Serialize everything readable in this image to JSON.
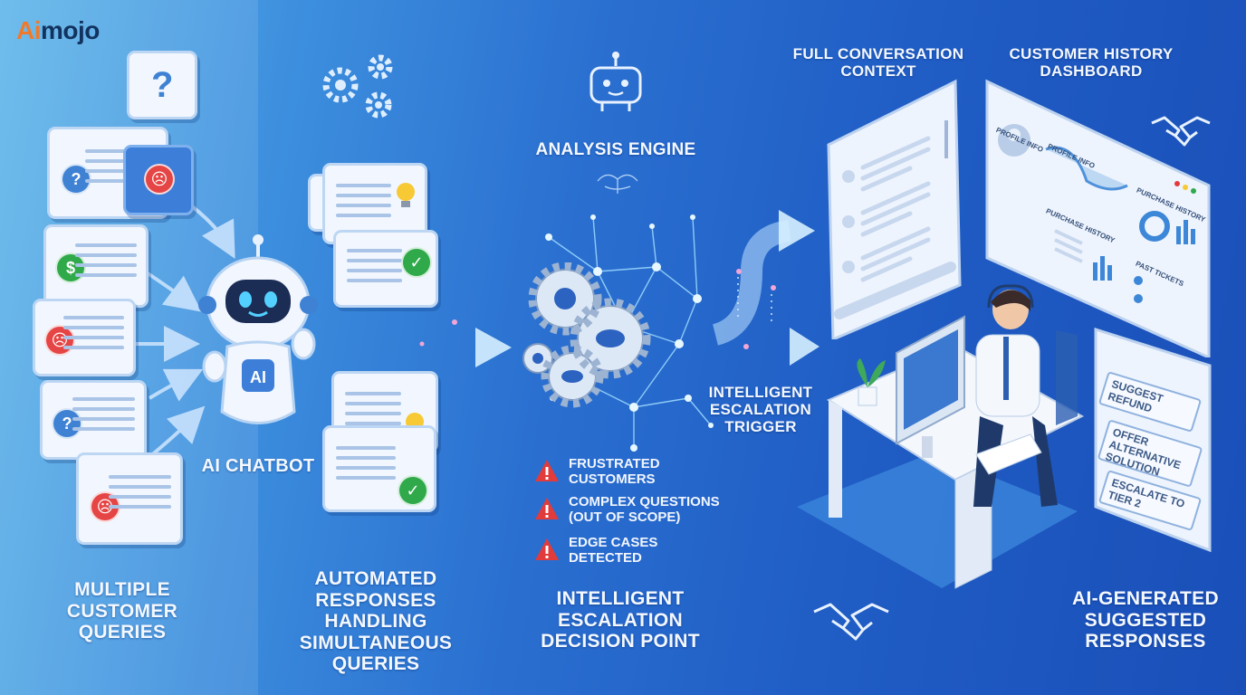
{
  "logo": {
    "part1": "Ai",
    "part2": "mojo"
  },
  "stages": {
    "queries": [
      "MULTIPLE",
      "CUSTOMER",
      "QUERIES"
    ],
    "automated": [
      "AUTOMATED",
      "RESPONSES HANDLING",
      "SIMULTANEOUS",
      "QUERIES"
    ],
    "decision": [
      "INTELLIGENT",
      "ESCALATION",
      "DECISION POINT"
    ],
    "suggested": [
      "AI-GENERATED",
      "SUGGESTED",
      "RESPONSES"
    ]
  },
  "labels": {
    "chatbot": "AI CHATBOT",
    "chatbot_badge": "AI",
    "analysis_engine": "ANALYSIS ENGINE",
    "trigger": [
      "INTELLIGENT",
      "ESCALATION",
      "TRIGGER"
    ],
    "context": [
      "FULL CONVERSATION",
      "CONTEXT"
    ],
    "history": [
      "CUSTOMER HISTORY",
      "DASHBOARD"
    ]
  },
  "escalation_reasons": [
    [
      "FRUSTRATED",
      "CUSTOMERS"
    ],
    [
      "COMPLEX QUESTIONS",
      "(OUT OF SCOPE)"
    ],
    [
      "EDGE CASES",
      "DETECTED"
    ]
  ],
  "dashboard": {
    "profile": "PROFILE INFO",
    "profile2": "PROFILE INFO",
    "purchase_history": "PURCHASE HISTORY",
    "purchase_history2": "PURCHASE HISTORY",
    "past_tickets": "PAST TICKETS"
  },
  "suggested_responses": [
    "SUGGEST REFUND",
    "OFFER ALTERNATIVE SOLUTION",
    "ESCALATE TO TIER 2"
  ],
  "colors": {
    "accent_orange": "#f07a2c",
    "logo_dark": "#12335f",
    "alert_red": "#e23b3b",
    "ok_green": "#2fa94a"
  }
}
